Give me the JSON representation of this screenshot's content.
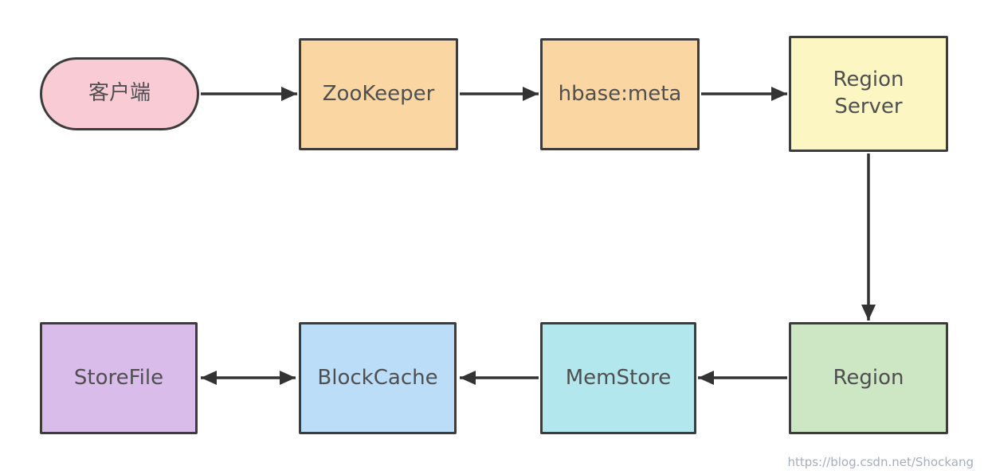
{
  "diagram": {
    "nodes": {
      "client": {
        "label": "客户端",
        "fill": "#F9CBD4",
        "shape": "pill"
      },
      "zookeeper": {
        "label": "ZooKeeper",
        "fill": "#FAD7A2",
        "shape": "rect"
      },
      "hbase_meta": {
        "label": "hbase:meta",
        "fill": "#FAD7A2",
        "shape": "rect"
      },
      "region_server": {
        "label": "Region Server",
        "fill": "#FCF6C3",
        "shape": "rect"
      },
      "region": {
        "label": "Region",
        "fill": "#CDE7C4",
        "shape": "rect"
      },
      "memstore": {
        "label": "MemStore",
        "fill": "#B3E7EE",
        "shape": "rect"
      },
      "blockcache": {
        "label": "BlockCache",
        "fill": "#BCDDF8",
        "shape": "rect"
      },
      "storefile": {
        "label": "StoreFile",
        "fill": "#DABCEB",
        "shape": "rect"
      }
    },
    "edges": [
      {
        "from": "client",
        "to": "zookeeper",
        "arrow": "single",
        "direction": "right"
      },
      {
        "from": "zookeeper",
        "to": "hbase_meta",
        "arrow": "single",
        "direction": "right"
      },
      {
        "from": "hbase_meta",
        "to": "region_server",
        "arrow": "single",
        "direction": "right"
      },
      {
        "from": "region_server",
        "to": "region",
        "arrow": "single",
        "direction": "down"
      },
      {
        "from": "region",
        "to": "memstore",
        "arrow": "single",
        "direction": "left"
      },
      {
        "from": "memstore",
        "to": "blockcache",
        "arrow": "single",
        "direction": "left"
      },
      {
        "from": "blockcache",
        "to": "storefile",
        "arrow": "double",
        "direction": "both"
      }
    ],
    "colors": {
      "border": "#3C3C3C",
      "arrow": "#333333",
      "text": "#4F4F4F",
      "background": "#FFFFFF",
      "watermark_text": "#A6AEBC"
    }
  },
  "watermark": {
    "text": "https://blog.csdn.net/Shockang"
  }
}
